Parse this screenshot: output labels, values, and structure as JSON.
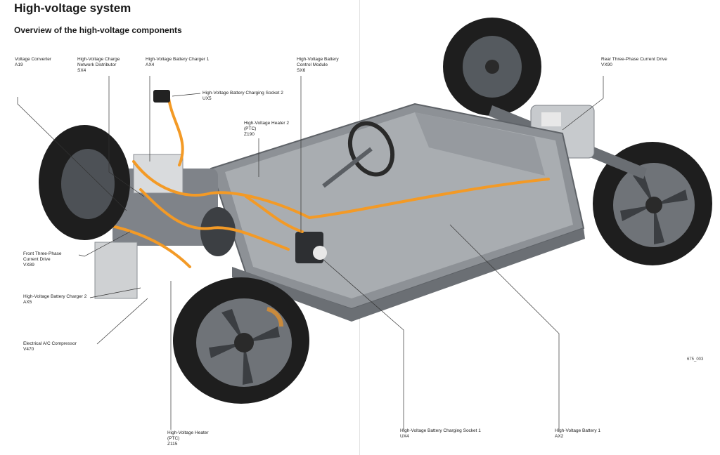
{
  "page": {
    "title": "High-voltage system",
    "subtitle": "Overview of the high-voltage components",
    "figure_code": "675_003"
  },
  "colors": {
    "hv_cable": "#f39a26",
    "chassis": "#8d9196",
    "battery": "#a9adb1",
    "tire": "#1e1e1e",
    "wheel": "#6f7378",
    "brake": "#c98a3c",
    "leader": "#333333"
  },
  "components": [
    {
      "name": "Voltage Converter",
      "code": "A19"
    },
    {
      "name": "High-Voltage Charge",
      "name2": "Network Distributor",
      "code": "SX4"
    },
    {
      "name": "High-Voltage Battery Charger 1",
      "code": "AX4"
    },
    {
      "name": "High-Voltage Battery Charging Socket 2",
      "code": "UX5"
    },
    {
      "name": "High-Voltage Heater 2",
      "name2": "(PTC)",
      "code": "Z190"
    },
    {
      "name": "High-Voltage Battery",
      "name2": "Control Module",
      "code": "SX6"
    },
    {
      "name": "Rear Three-Phase Current Drive",
      "code": "VX90"
    },
    {
      "name": "Front Three-Phase",
      "name2": "Current Drive",
      "code": "VX89"
    },
    {
      "name": "High-Voltage Battery Charger 2",
      "code": "AX5"
    },
    {
      "name": "Electrical A/C Compressor",
      "code": "V470"
    },
    {
      "name": "High-Voltage Heater",
      "name2": "(PTC)",
      "code": "Z115"
    },
    {
      "name": "High-Voltage Battery Charging Socket 1",
      "code": "UX4"
    },
    {
      "name": "High-Voltage Battery 1",
      "code": "AX2"
    }
  ]
}
